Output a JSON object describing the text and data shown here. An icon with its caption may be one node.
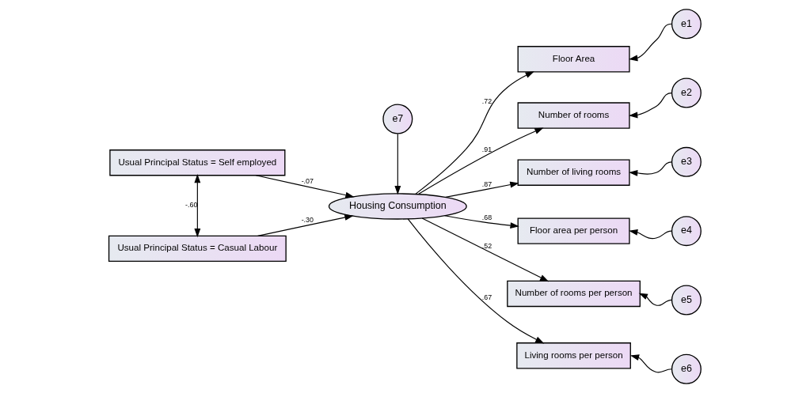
{
  "diagram": {
    "nodes": [
      {
        "text": [
          "Usual Principal Status = Self employed"
        ]
      },
      {
        "text": [
          "Usual Principal Status = Casual Labour"
        ]
      },
      {
        "text": [
          "e7"
        ]
      },
      {
        "text": [
          "Housing Consumption"
        ]
      },
      {
        "text": [
          "Floor Area"
        ]
      },
      {
        "text": [
          "Number of rooms"
        ]
      },
      {
        "text": [
          "Number of living rooms"
        ]
      },
      {
        "text": [
          "Floor area per person"
        ]
      },
      {
        "text": [
          "Number of rooms per person"
        ]
      },
      {
        "text": [
          "Living rooms per person"
        ]
      },
      {
        "text": [
          "e1"
        ]
      },
      {
        "text": [
          "e2"
        ]
      },
      {
        "text": [
          "e3"
        ]
      },
      {
        "text": [
          "e4"
        ]
      },
      {
        "text": [
          "e5"
        ]
      },
      {
        "text": [
          "e6"
        ]
      }
    ],
    "edges": [
      {
        "from": 0,
        "to": 1,
        "arrow": "both",
        "label": "-.60"
      },
      {
        "from": 0,
        "to": 3,
        "arrow": "to",
        "label": "-.07"
      },
      {
        "from": 1,
        "to": 3,
        "arrow": "to",
        "label": "-.30"
      },
      {
        "from": 2,
        "to": 3,
        "arrow": "to"
      },
      {
        "from": 3,
        "to": 4,
        "arrow": "to",
        "label": ".72"
      },
      {
        "from": 3,
        "to": 5,
        "arrow": "to",
        "label": ".91"
      },
      {
        "from": 3,
        "to": 6,
        "arrow": "to",
        "label": ".87"
      },
      {
        "from": 3,
        "to": 7,
        "arrow": "to",
        "label": ".68"
      },
      {
        "from": 3,
        "to": 8,
        "arrow": "to",
        "label": ".52"
      },
      {
        "from": 3,
        "to": 9,
        "arrow": "to",
        "label": ".67"
      },
      {
        "from": 10,
        "to": 4,
        "arrow": "to"
      },
      {
        "from": 11,
        "to": 5,
        "arrow": "to"
      },
      {
        "from": 12,
        "to": 6,
        "arrow": "to"
      },
      {
        "from": 13,
        "to": 7,
        "arrow": "to"
      },
      {
        "from": 14,
        "to": 8,
        "arrow": "to"
      },
      {
        "from": 15,
        "to": 9,
        "arrow": "to"
      }
    ]
  }
}
